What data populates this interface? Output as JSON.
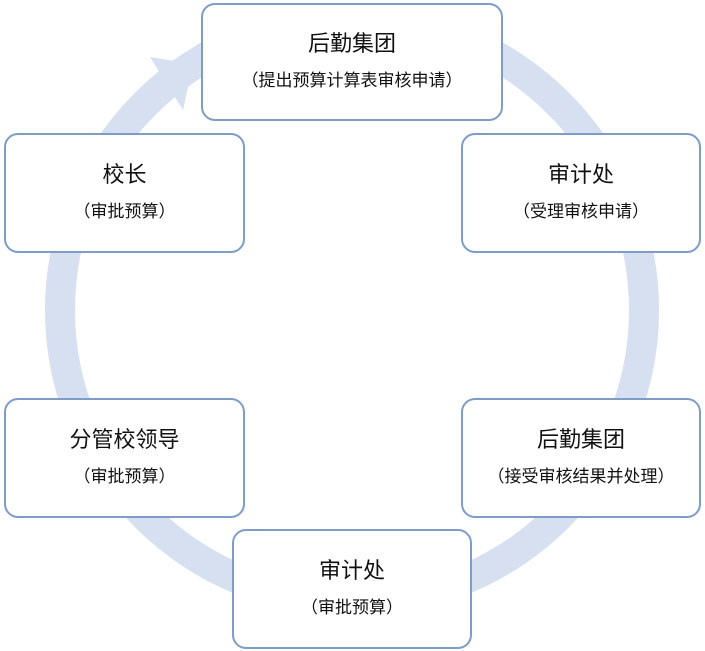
{
  "colors": {
    "ring": "#d6e0f0",
    "node_border": "#7f9cc9",
    "text": "#111111"
  },
  "nodes": [
    {
      "title": "后勤集团",
      "sub": "（提出预算计算表审核申请）"
    },
    {
      "title": "审计处",
      "sub": "（受理审核申请）"
    },
    {
      "title": "后勤集团",
      "sub": "（接受审核结果并处理）"
    },
    {
      "title": "审计处",
      "sub": "（审批预算）"
    },
    {
      "title": "分管校领导",
      "sub": "（审批预算）"
    },
    {
      "title": "校长",
      "sub": "（审批预算）"
    }
  ]
}
